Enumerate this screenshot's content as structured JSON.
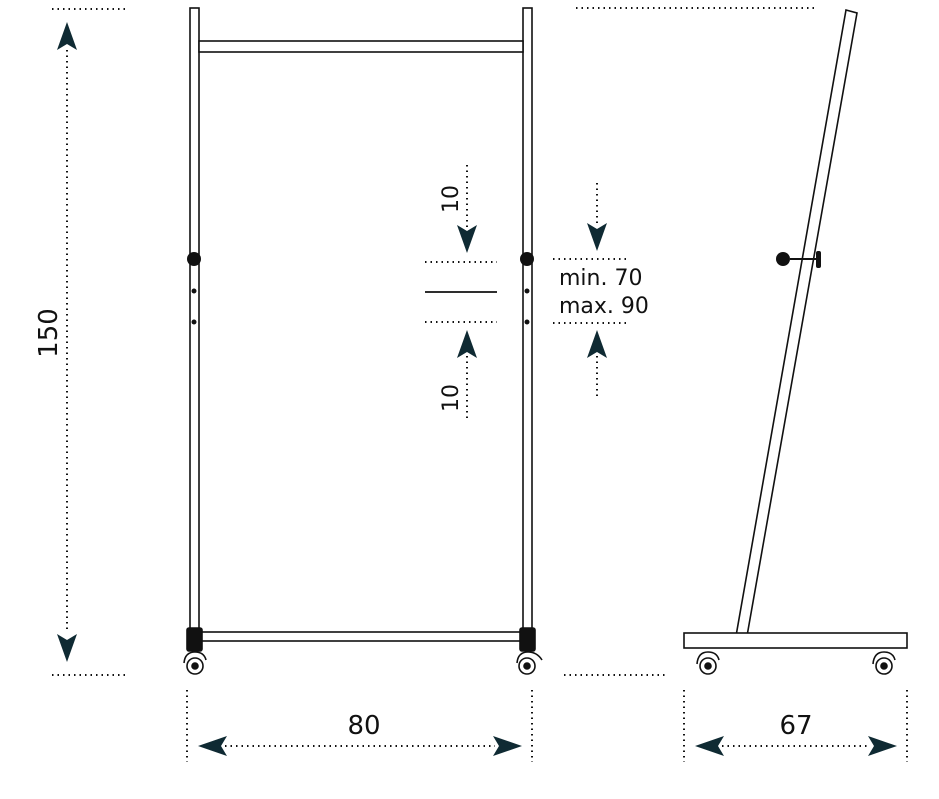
{
  "labels": {
    "height": "150",
    "front_width": "80",
    "side_depth": "67",
    "upper_offset": "10",
    "lower_offset": "10",
    "adjust_min": "min. 70",
    "adjust_max": "max. 90"
  },
  "colors": {
    "line": "#111111",
    "arrow": "#0f2a33",
    "background": "#ffffff"
  },
  "icons": {
    "arrowhead": "filled-triangle",
    "knob": "round-knob",
    "caster": "caster-wheel"
  }
}
